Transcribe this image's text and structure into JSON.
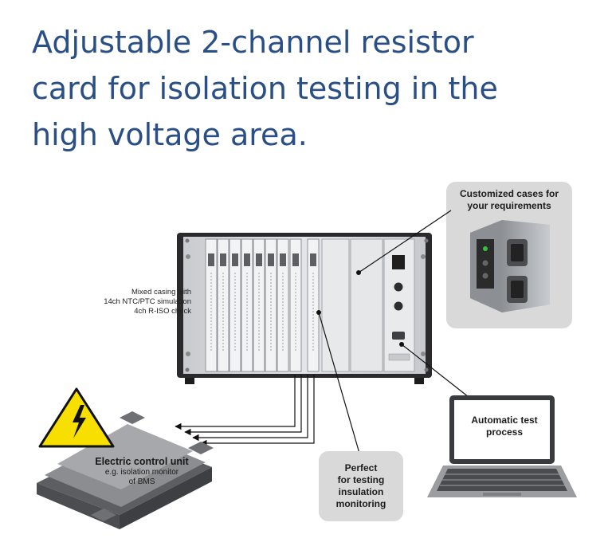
{
  "title": {
    "lines": [
      "Adjustable 2-channel resistor",
      "card for isolation testing in the",
      "high voltage area."
    ]
  },
  "casing_note": {
    "lines": [
      "Mixed casing with",
      "14ch NTC/PTC simulation",
      "4ch R-ISO check"
    ]
  },
  "customized_box": {
    "lines": [
      "Customized cases for",
      "your requirements"
    ]
  },
  "insulation_box": {
    "lines": [
      "Perfect",
      "for testing",
      "insulation",
      "monitoring"
    ]
  },
  "laptop_screen": {
    "lines": [
      "Automatic test",
      "process"
    ]
  },
  "ecu": {
    "title": "Electric control unit",
    "subtitle_lines": [
      "e.g. isolation monitor",
      "of BMS"
    ]
  },
  "icons": [
    "high-voltage-warning-icon",
    "rack-case-icon",
    "laptop-icon",
    "ecu-device-icon"
  ],
  "colors": {
    "title": "#2a4f86",
    "warning_yellow": "#f7e000",
    "callout_bg": "#d9d9d9"
  }
}
